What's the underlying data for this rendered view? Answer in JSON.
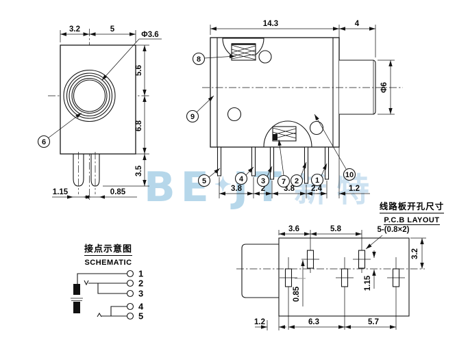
{
  "front_view": {
    "dims": {
      "w1": "3.2",
      "w2": "5",
      "dia": "Φ3.6",
      "h1": "5.6",
      "h2": "6.8",
      "h3": "3.5",
      "pin1": "1.15",
      "pin2": "0.85"
    },
    "callout": "6"
  },
  "main_view": {
    "dims": {
      "width": "14.3",
      "barrel_len": "4",
      "barrel_dia": "Φ6",
      "s1": "3.8",
      "s2": "2",
      "s3": "3.8",
      "s4": "2.4",
      "s5": "1.2"
    },
    "callouts": {
      "c1": "1",
      "c2": "2",
      "c3": "3",
      "c4": "4",
      "c5": "5",
      "c7": "7",
      "c8": "8",
      "c9": "9",
      "c10": "10"
    }
  },
  "schematic": {
    "title_cn": "接点示意图",
    "title_en": "SCHEMATIC",
    "pins": [
      "1",
      "2",
      "3",
      "4",
      "5"
    ]
  },
  "pcb_layout": {
    "title_cn": "线路板开孔尺寸",
    "title_en": "P.C.B LAYOUT",
    "dims": {
      "t1": "3.6",
      "t2": "5.8",
      "slot": "5-(0.8×2)",
      "side": "3.2",
      "v1": "0.85",
      "v2": "1.15",
      "b1": "1.2",
      "b2": "6.3",
      "b3": "5.7"
    }
  },
  "watermark": {
    "left": "BE",
    "star": "✦",
    "right": "JT",
    "cn": "新特"
  }
}
